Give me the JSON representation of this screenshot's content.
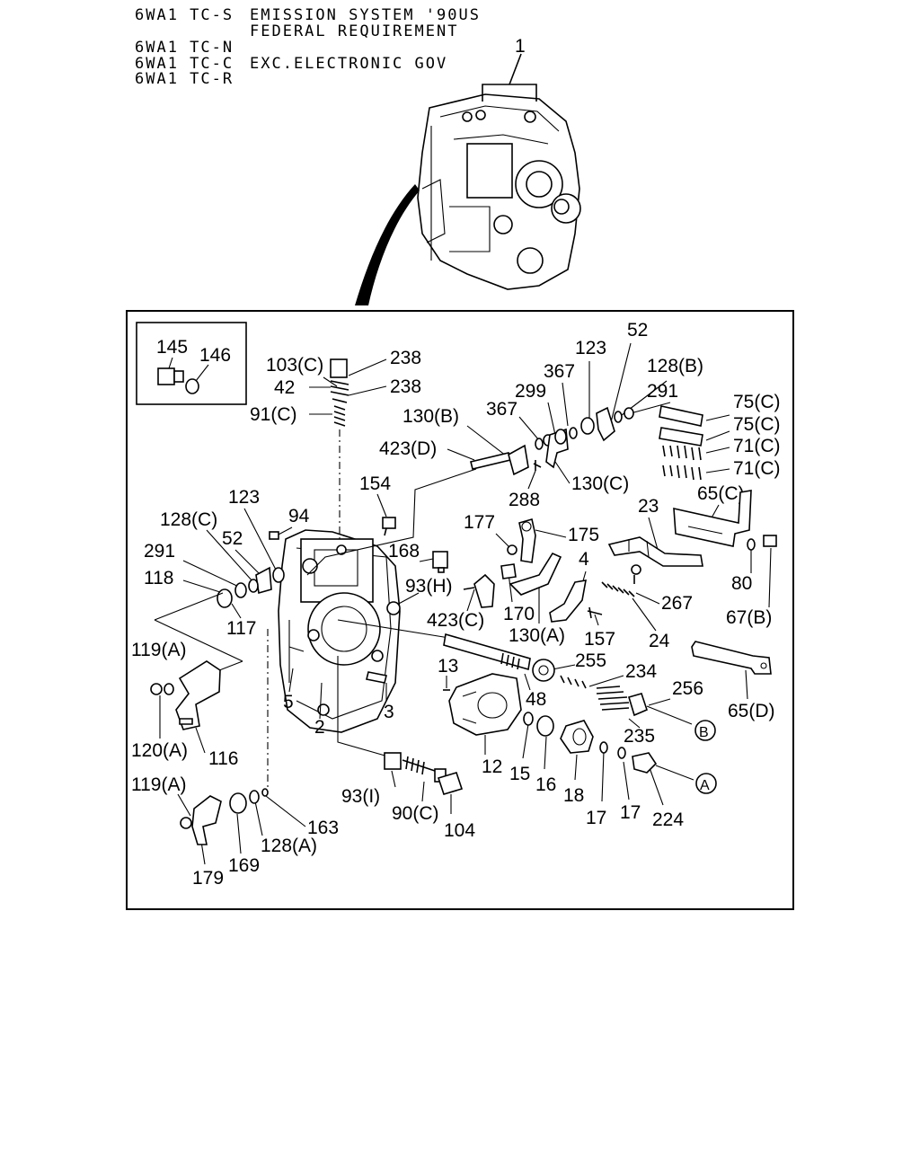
{
  "header": {
    "model_1": "6WA1 TC-S",
    "note_1a": "EMISSION SYSTEM '90US",
    "note_1b": "FEDERAL REQUIREMENT",
    "model_2": "6WA1 TC-N",
    "model_3": "6WA1 TC-C",
    "note_3": "EXC.ELECTRONIC GOV",
    "model_4": "6WA1 TC-R"
  },
  "labels": {
    "p1": "1",
    "p145": "145",
    "p146": "146",
    "p103c": "103(C)",
    "p238a": "238",
    "p42": "42",
    "p238b": "238",
    "p91c": "91(C)",
    "p154": "154",
    "p123a": "123",
    "p94": "94",
    "p128c": "128(C)",
    "p52a": "52",
    "p291a": "291",
    "p118": "118",
    "p117": "117",
    "p168": "168",
    "p93h": "93(H)",
    "p119a1": "119(A)",
    "p120a": "120(A)",
    "p116": "116",
    "p5": "5",
    "p2": "2",
    "p3": "3",
    "p13": "13",
    "p423c": "423(C)",
    "p170": "170",
    "p130a": "130(A)",
    "p157": "157",
    "p24": "24",
    "p48": "48",
    "p255": "255",
    "p234": "234",
    "p256": "256",
    "p235": "235",
    "p12": "12",
    "p15": "15",
    "p16": "16",
    "p18": "18",
    "p17a": "17",
    "p17b": "17",
    "p224": "224",
    "p93i": "93(I)",
    "p90c": "90(C)",
    "p104": "104",
    "p119a2": "119(A)",
    "p169": "169",
    "p163": "163",
    "p128a": "128(A)",
    "p179": "179",
    "p130b": "130(B)",
    "p367a": "367",
    "p423d": "423(D)",
    "p288": "288",
    "p130c": "130(C)",
    "p299": "299",
    "p367b": "367",
    "p123b": "123",
    "p52b": "52",
    "p128b": "128(B)",
    "p291b": "291",
    "p75c1": "75(C)",
    "p75c2": "75(C)",
    "p71c1": "71(C)",
    "p71c2": "71(C)",
    "p65c": "65(C)",
    "p23": "23",
    "p177": "177",
    "p175": "175",
    "p4": "4",
    "p267": "267",
    "p80": "80",
    "p67b": "67(B)",
    "p65d": "65(D)",
    "callout_b": "B",
    "callout_a": "A"
  }
}
